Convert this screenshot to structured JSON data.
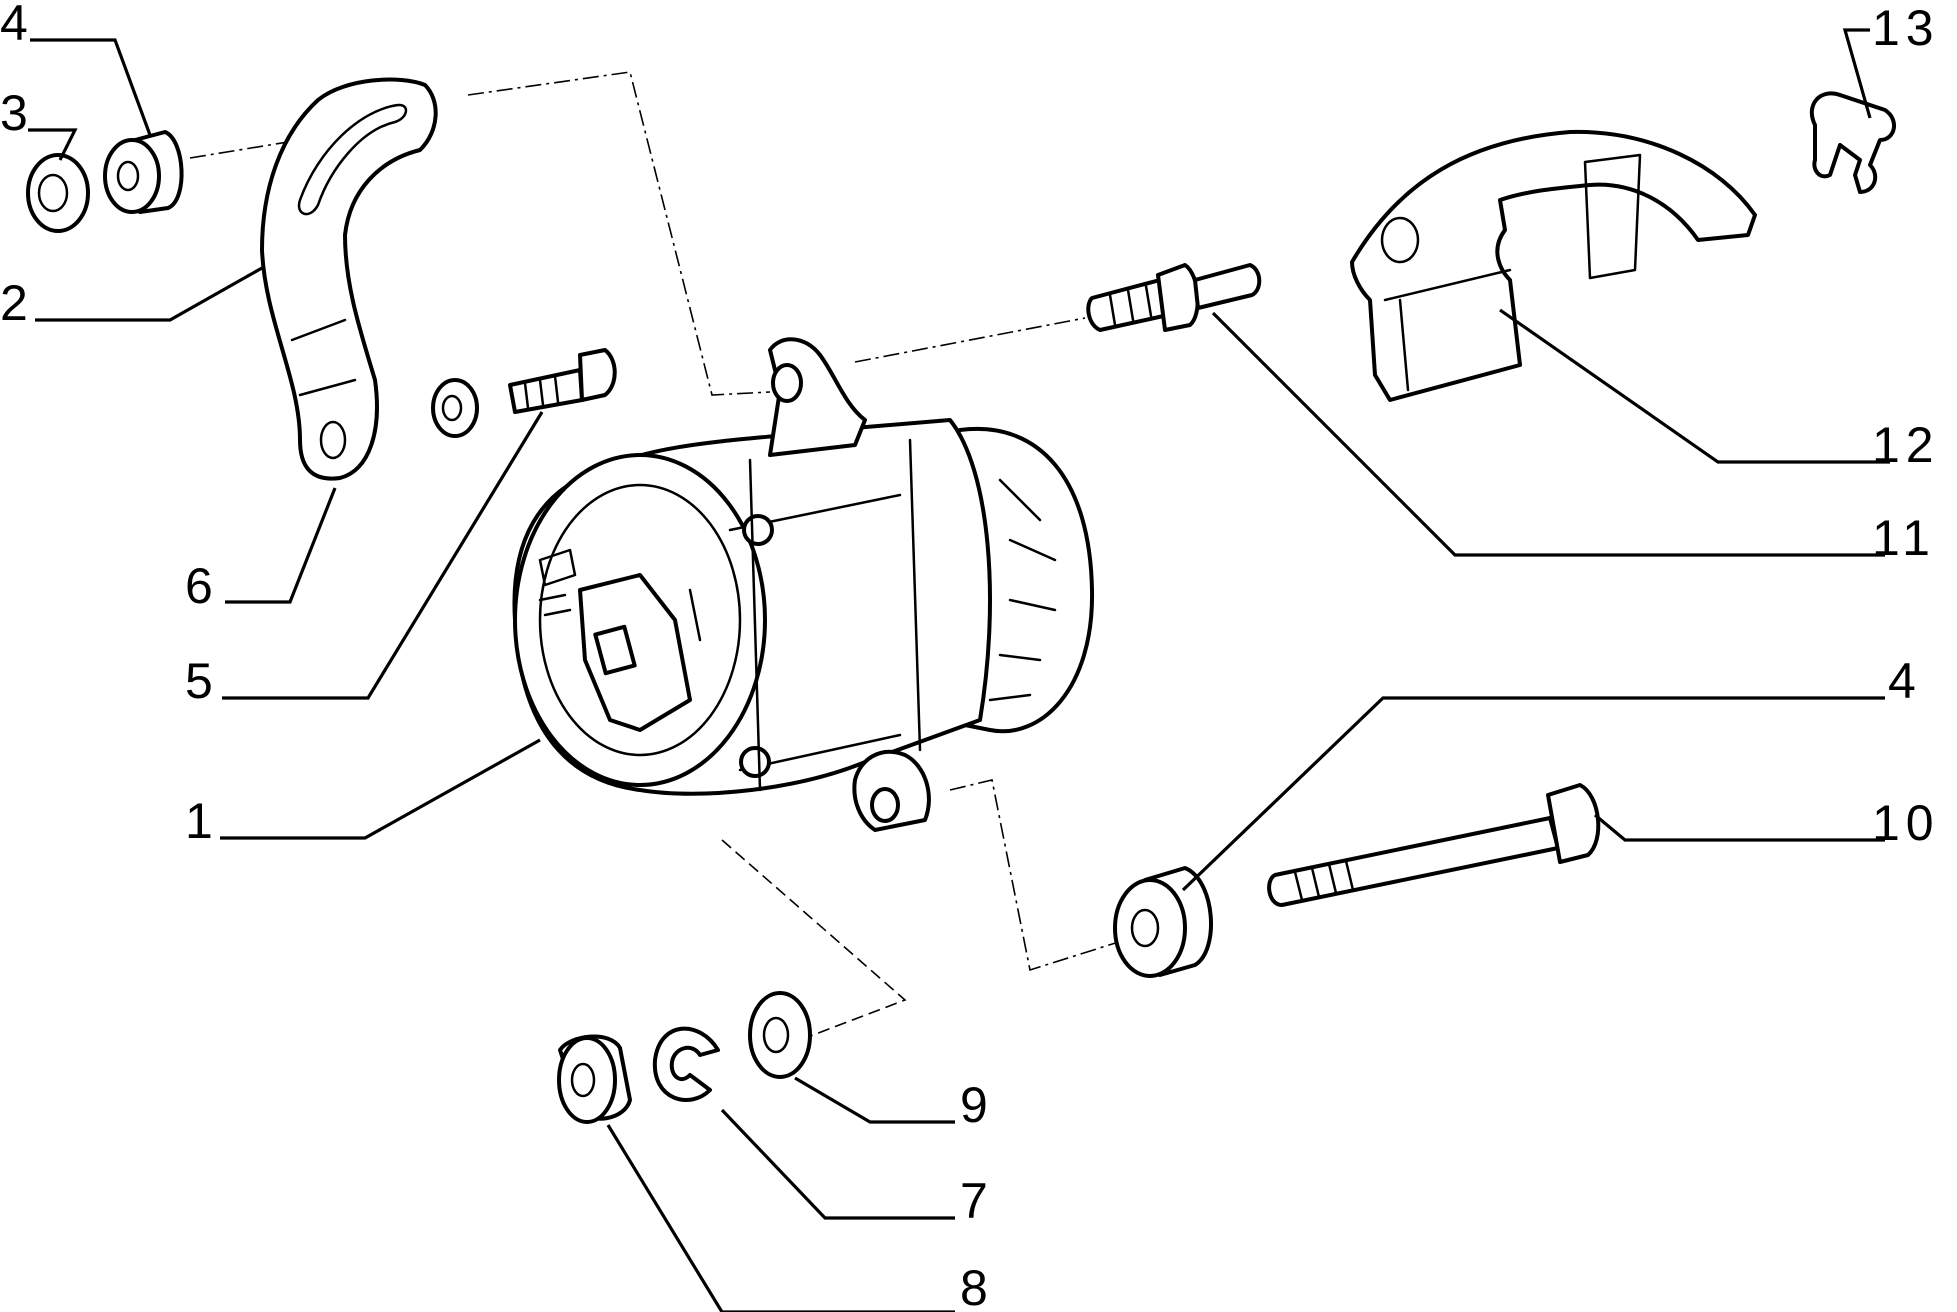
{
  "callouts": {
    "c1": "1",
    "c2": "2",
    "c3": "3",
    "c4_top": "4",
    "c4_right": "4",
    "c5": "5",
    "c6": "6",
    "c7": "7",
    "c8": "8",
    "c9": "9",
    "c10": "10",
    "c11": "11",
    "c12": "12",
    "c13": "13"
  },
  "colors": {
    "ink": "#000000",
    "paper": "#ffffff"
  }
}
